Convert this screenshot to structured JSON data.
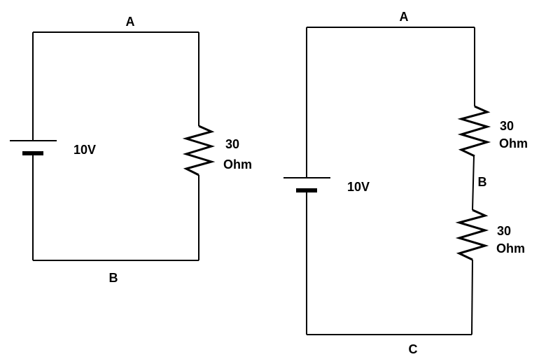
{
  "colors": {
    "background": "#ffffff",
    "ink": "#000000"
  },
  "circuit_left": {
    "node_top": "A",
    "node_bottom": "B",
    "battery_voltage": "10V",
    "resistor": {
      "value": "30",
      "unit": "Ohm"
    }
  },
  "circuit_right": {
    "node_top": "A",
    "node_middle": "B",
    "node_bottom": "C",
    "battery_voltage": "10V",
    "resistor_top": {
      "value": "30",
      "unit": "Ohm"
    },
    "resistor_bottom": {
      "value": "30",
      "unit": "Ohm"
    }
  }
}
